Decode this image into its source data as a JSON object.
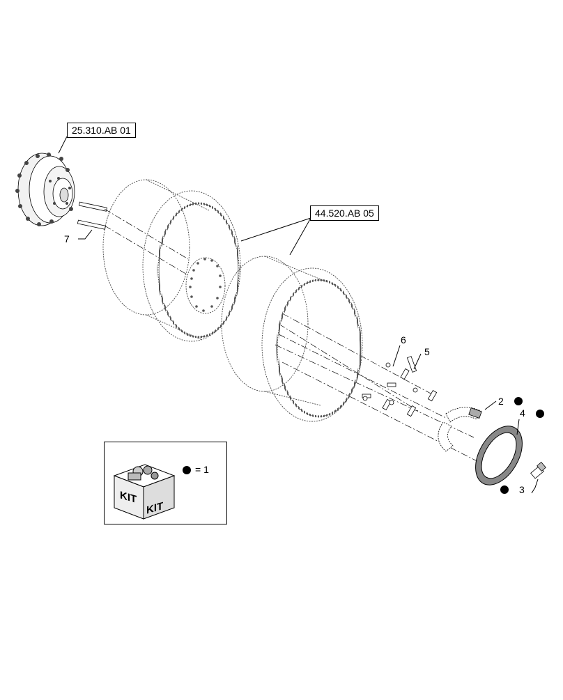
{
  "reference_labels": {
    "hub_ref": "25.310.AB 01",
    "wheel_ref": "44.520.AB 05"
  },
  "callouts": {
    "c2": "2",
    "c3": "3",
    "c4": "4",
    "c5": "5",
    "c6": "6",
    "c7": "7"
  },
  "kit_legend": {
    "equals_text": "= 1",
    "kit_word_left": "KIT",
    "kit_word_right": "KIT"
  }
}
